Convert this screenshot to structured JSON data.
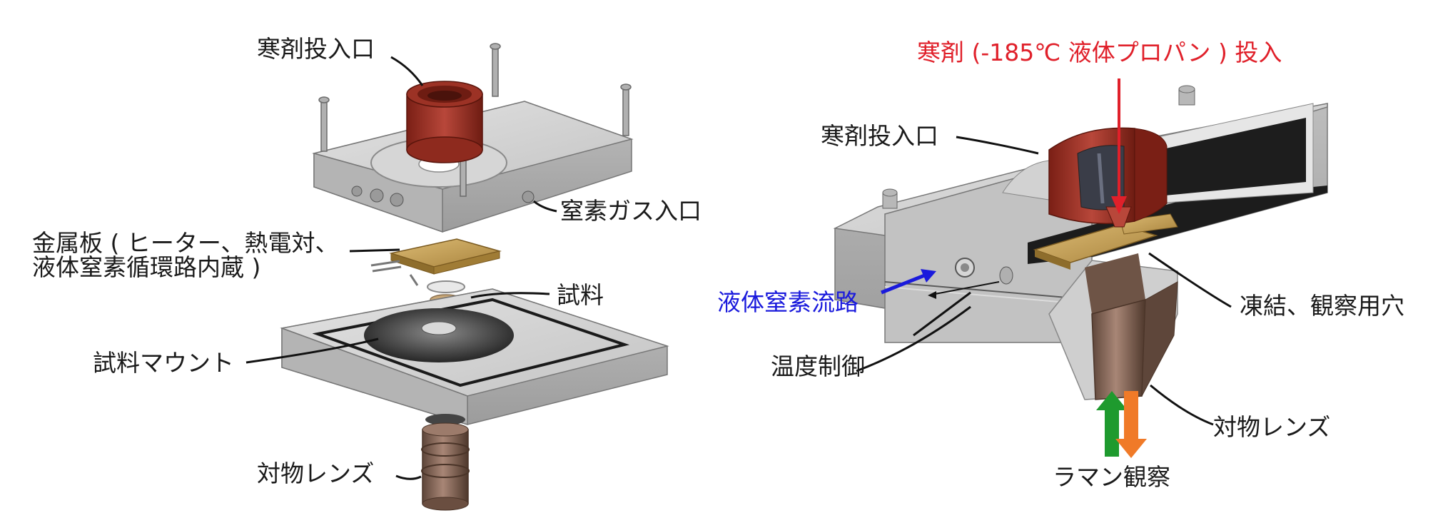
{
  "left": {
    "labels": {
      "cryogen_inlet": "寒剤投入口",
      "nitrogen_gas_inlet": "窒素ガス入口",
      "metal_plate_line1": "金属板 ( ヒーター、熱電対、",
      "metal_plate_line2": "液体窒素循環路内蔵 )",
      "sample": "試料",
      "sample_mount": "試料マウント",
      "objective_lens": "対物レンズ"
    }
  },
  "right": {
    "labels": {
      "cryogen_input": "寒剤 (-185℃ 液体プロパン ) 投入",
      "cryogen_inlet": "寒剤投入口",
      "ln2_channel": "液体窒素流路",
      "temperature_control": "温度制御",
      "freeze_observe_hole": "凍結、観察用穴",
      "objective_lens": "対物レンズ",
      "raman_observation": "ラマン観察"
    }
  },
  "colors": {
    "label_red": "#e0202a",
    "label_blue": "#1a1adc",
    "metal_gray": "#c8c8c8",
    "cryogen_cup": "#a83426",
    "plate_gold": "#c9a45a",
    "lens_brown": "#8a6a5a",
    "arrow_green": "#1e9a2e",
    "arrow_orange": "#f07a28"
  }
}
